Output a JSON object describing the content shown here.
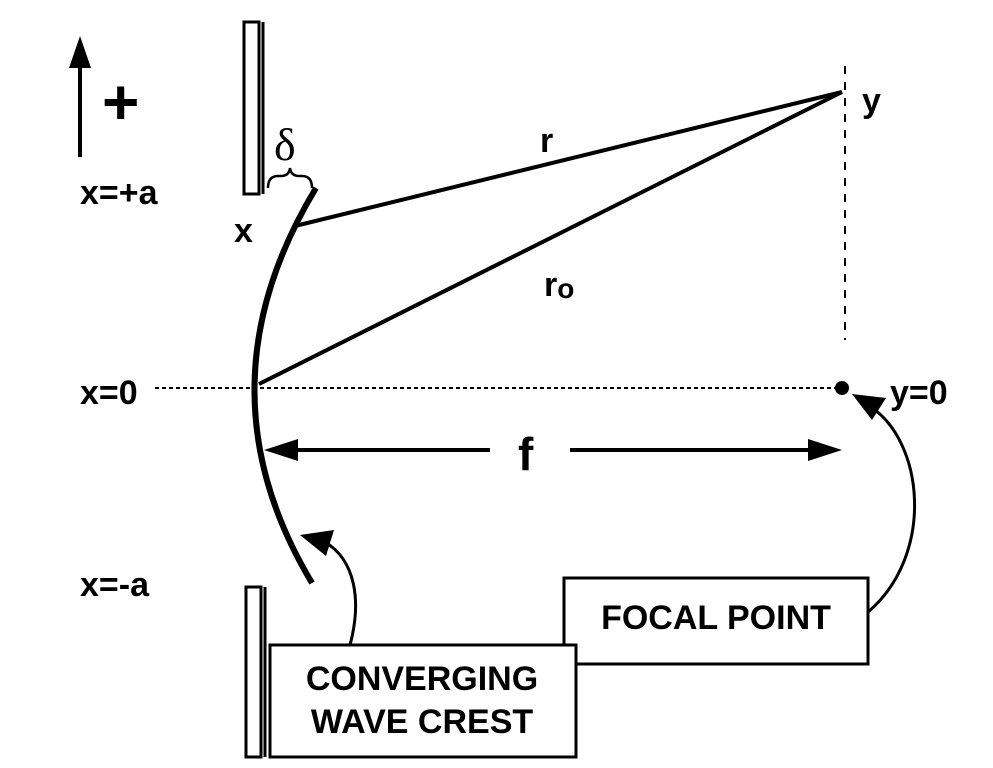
{
  "labels": {
    "plus": "+",
    "x_plus_a": "x=+a",
    "x_point": "x",
    "x_zero": "x=0",
    "x_minus_a": "x=-a",
    "delta": "δ",
    "r": "r",
    "r0_main": "r",
    "r0_sub": "o",
    "y": "y",
    "y_zero": "y=0",
    "f": "f"
  },
  "boxes": {
    "focal_point": "FOCAL POINT",
    "wave_crest_line1": "CONVERGING",
    "wave_crest_line2": "WAVE CREST"
  },
  "colors": {
    "ink": "#000000",
    "background": "#ffffff"
  }
}
